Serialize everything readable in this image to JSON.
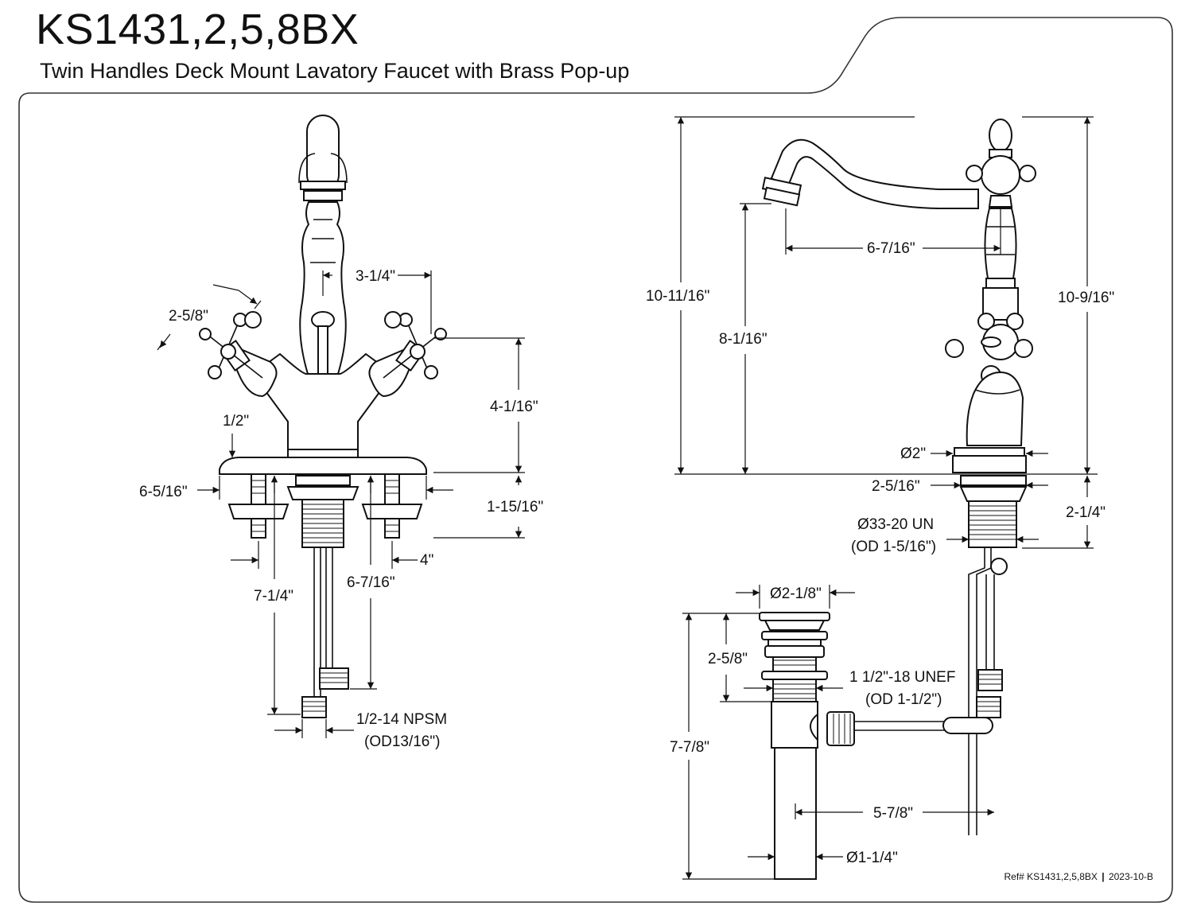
{
  "header": {
    "model": "KS1431,2,5,8BX",
    "description": "Twin Handles Deck Mount Lavatory Faucet with Brass Pop-up"
  },
  "front_view": {
    "spread": "3-1/4\"",
    "handle_span": "2-5/8\"",
    "height_above_deck": "4-1/16\"",
    "deck_max": "1/2\"",
    "base_plate_width": "6-5/16\"",
    "shank_length": "1-15/16\"",
    "center_spacing": "4\"",
    "supply_length_long": "7-1/4\"",
    "supply_length_short": "6-7/16\"",
    "supply_thread": "1/2-14 NPSM",
    "supply_thread_od": "(OD13/16\")"
  },
  "side_view": {
    "spout_reach": "6-7/16\"",
    "overall_height": "10-11/16\"",
    "spout_height": "8-1/16\"",
    "handle_height": "10-9/16\"",
    "base_diameter": "Ø2\"",
    "shank_width": "2-5/16\"",
    "shank_length": "2-1/4\"",
    "shank_thread": "Ø33-20 UN",
    "shank_thread_od": "(OD 1-5/16\")"
  },
  "drain": {
    "flange_diameter": "Ø2-1/8\"",
    "flange_height": "2-5/8\"",
    "thread": "1 1/2\"-18 UNEF",
    "thread_od": "(OD 1-1/2\")",
    "overall_length": "7-7/8\"",
    "rod_offset": "5-7/8\"",
    "tailpiece_diameter": "Ø1-1/4\""
  },
  "footer": {
    "ref": "Ref# KS1431,2,5,8BX",
    "separator": "|",
    "revision": "2023-10-B"
  }
}
